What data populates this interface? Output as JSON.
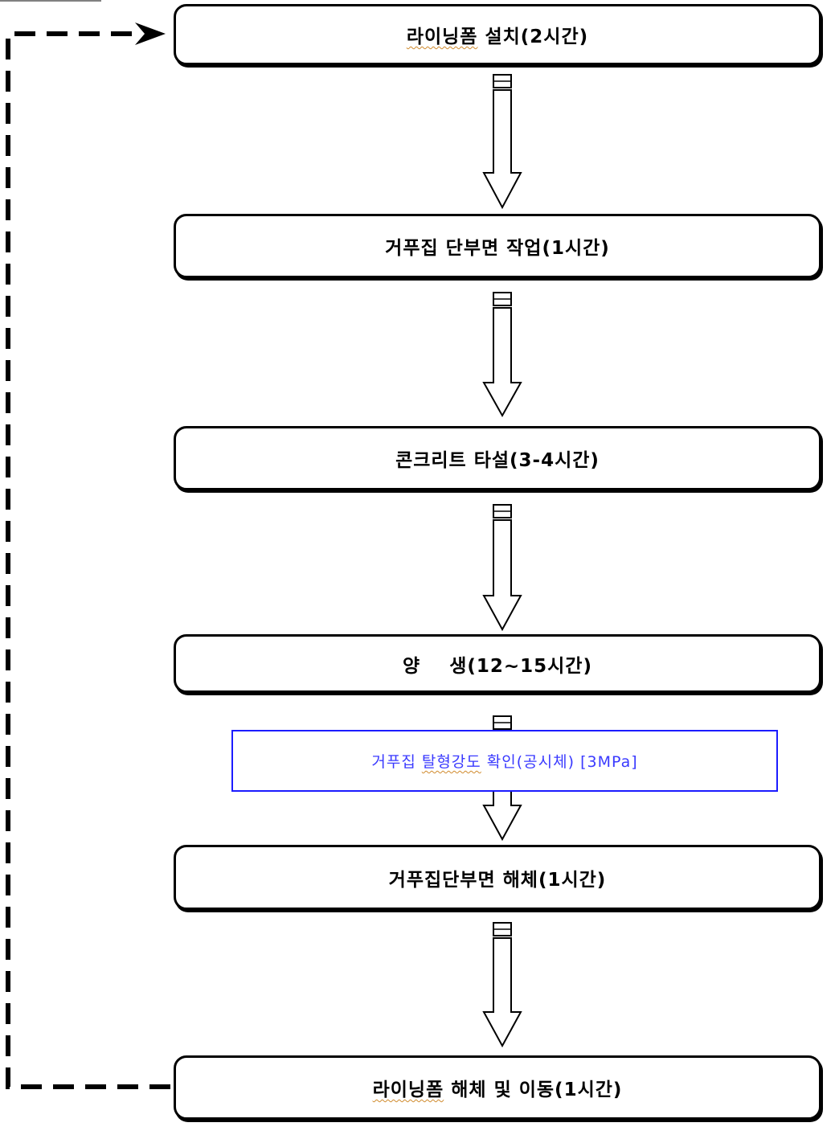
{
  "steps": [
    {
      "prefix": "라이닝폼",
      "suffix": " 설치(2시간)"
    },
    {
      "prefix": "",
      "suffix": "거푸집 단부면 작업(1시간)"
    },
    {
      "prefix": "",
      "suffix": "콘크리트 타설(3-4시간)"
    },
    {
      "prefix": "",
      "suffix": "양    생(12~15시간)"
    },
    {
      "prefix": "",
      "suffix": "거푸집단부면 해체(1시간)"
    },
    {
      "prefix": "라이닝폼",
      "suffix": " 해체 및 이동(1시간)"
    }
  ],
  "note": {
    "prefix": "거푸집 ",
    "underlined": "탈형강도",
    "suffix": " 확인(공시체) [3MPa]"
  },
  "colors": {
    "box_border": "#000000",
    "note_border": "#1c1cff",
    "note_text": "#3a3aff",
    "spell_underline": "#d08a2c"
  }
}
